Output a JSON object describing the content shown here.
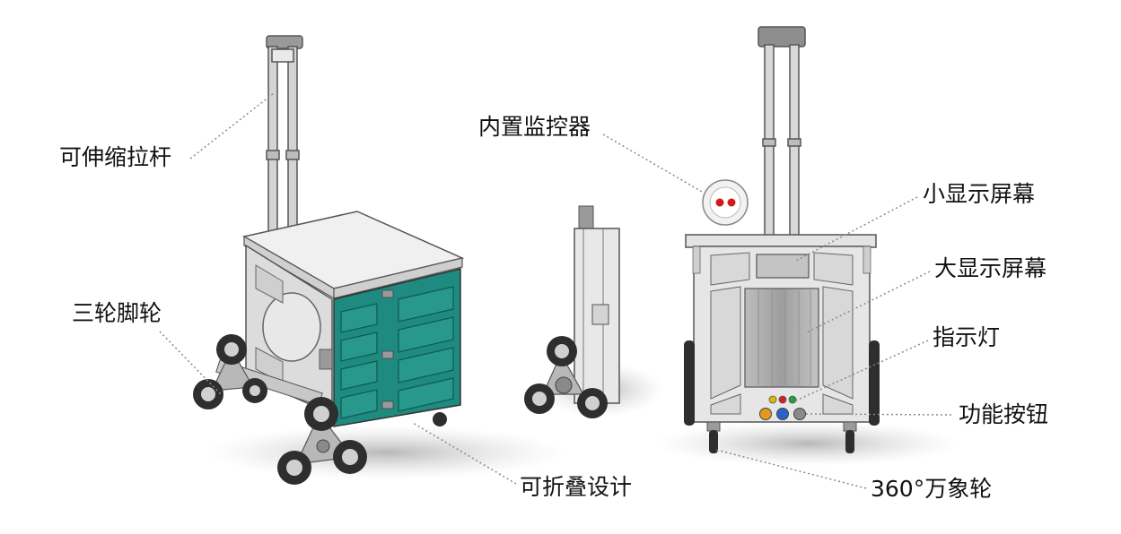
{
  "labels": {
    "telescopic_handle": "可伸缩拉杆",
    "tri_wheel": "三轮脚轮",
    "foldable_design": "可折叠设计",
    "built_in_monitor": "内置监控器",
    "small_screen": "小显示屏幕",
    "large_screen": "大显示屏幕",
    "indicator_light": "指示灯",
    "function_buttons": "功能按钮",
    "caster_360": "360°万象轮"
  },
  "colors": {
    "body_gray": "#e6e6e6",
    "outline": "#555555",
    "panel_teal": "#1f8a80",
    "leader_line": "#8a8a8a",
    "monitor_red": "#d41818",
    "led_yellow": "#e0b800",
    "led_red": "#d42020",
    "led_green": "#20a040",
    "btn_orange": "#e39a1c",
    "btn_blue": "#2a62c9",
    "btn_gray": "#8a8a8a"
  }
}
